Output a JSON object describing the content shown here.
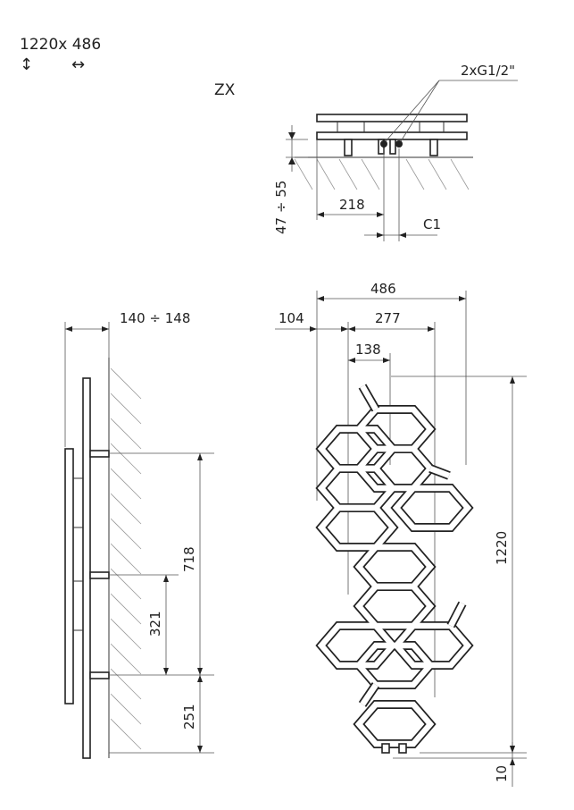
{
  "header": {
    "size_label": "1220x 486",
    "height_symbol": "↕",
    "width_symbol": "↔",
    "model": "ZX"
  },
  "top_view": {
    "connection": "2xG1/2\"",
    "wall_range": "47 ÷ 55",
    "offset": "218",
    "c1": "C1"
  },
  "side_view": {
    "depth_range": "140 ÷ 148",
    "bracket_spacing": "718",
    "lower_spacing": "321",
    "bottom_height": "251"
  },
  "front_view": {
    "total_width": "486",
    "left_offset": "104",
    "pipe_spacing": "277",
    "cell_width": "138",
    "total_height": "1220",
    "floor_gap": "10"
  }
}
